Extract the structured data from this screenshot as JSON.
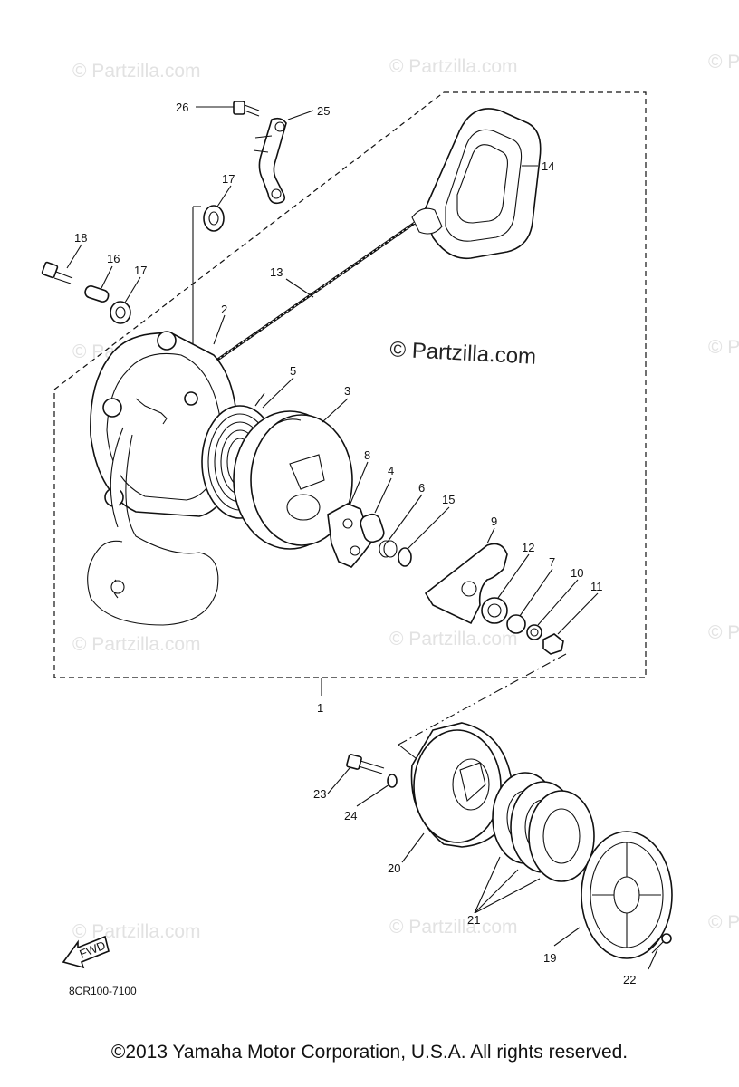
{
  "watermarks": {
    "small": "© Partzilla.com",
    "center": "© Partzilla.com",
    "partial": "© P"
  },
  "callouts": {
    "c1": "1",
    "c2": "2",
    "c3": "3",
    "c4": "4",
    "c5": "5",
    "c6": "6",
    "c7": "7",
    "c8": "8",
    "c9": "9",
    "c10": "10",
    "c11": "11",
    "c12": "12",
    "c13": "13",
    "c14": "14",
    "c15": "15",
    "c16": "16",
    "c17a": "17",
    "c17b": "17",
    "c18": "18",
    "c19": "19",
    "c20": "20",
    "c21": "21",
    "c22": "22",
    "c23": "23",
    "c24": "24",
    "c25": "25",
    "c26": "26"
  },
  "arrow_label": "FWD",
  "diagram_code": "8CR100-7100",
  "copyright": "©2013  Yamaha Motor Corporation, U.S.A. All rights reserved."
}
